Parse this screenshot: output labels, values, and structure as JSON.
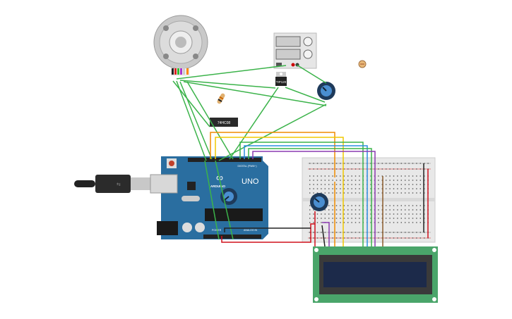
{
  "components": {
    "transistor_label": "TIP120",
    "ic_label": "74HC08",
    "arduino_brand": "ARDUINO",
    "arduino_model": "UNO",
    "arduino_digital_label": "DIGITAL (PWM~)",
    "arduino_power_label": "POWER",
    "arduino_analog_label": "ANALOG IN"
  },
  "colors": {
    "arduino": "#2a6ea0",
    "breadboard": "#e8e8e8",
    "lcd_board": "#4aa56a",
    "lcd_screen": "#1c2a4a",
    "wire_green": "#3bb34a",
    "wire_orange": "#f08c00",
    "wire_yellow": "#f0c800",
    "wire_red": "#d0101c",
    "wire_blue": "#2a8ee0",
    "wire_purple": "#8a3ab0",
    "wire_black": "#222222"
  }
}
